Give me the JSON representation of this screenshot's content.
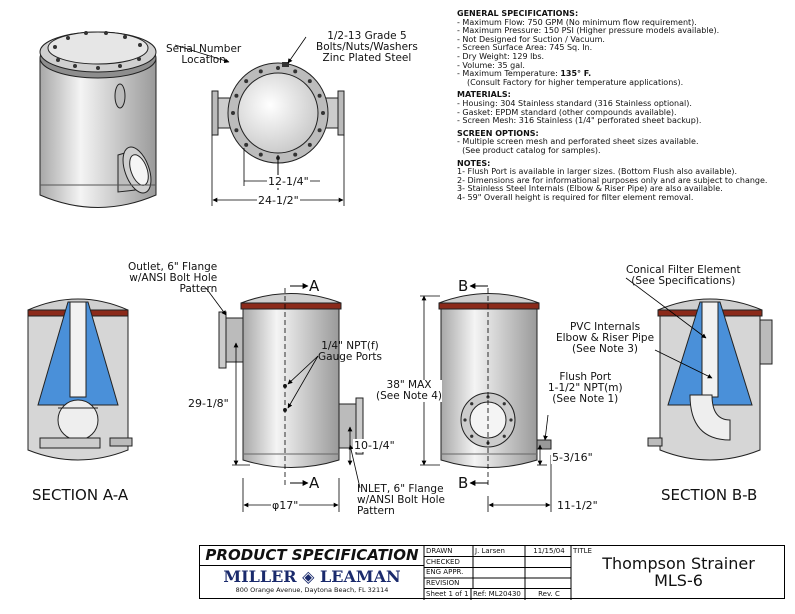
{
  "callouts": {
    "serial_number": [
      "Serial Number",
      "Location"
    ],
    "bolts": [
      "1/2-13 Grade 5",
      "Bolts/Nuts/Washers",
      "Zinc Plated Steel"
    ],
    "outlet": [
      "Outlet, 6\" Flange",
      "w/ANSI Bolt Hole",
      "Pattern"
    ],
    "gauge_ports": [
      "1/4\" NPT(f)",
      "Gauge Ports"
    ],
    "overall_height": [
      "38\" MAX",
      "(See Note 4)"
    ],
    "inlet": [
      "INLET, 6\" Flange",
      "w/ANSI Bolt Hole",
      "Pattern"
    ],
    "conical_element": [
      "Conical Filter Element",
      "(See Specifications)"
    ],
    "pvc_internals": [
      "PVC Internals",
      "Elbow & Riser Pipe",
      "(See Note 3)"
    ],
    "flush_port": [
      "Flush Port",
      "1-1/2\" NPT(m)",
      "(See Note 1)"
    ]
  },
  "dimensions": {
    "d_12_1_4": "12-1/4\"",
    "d_24_1_2": "24-1/2\"",
    "d_29_1_8": "29-1/8\"",
    "d_10_1_4": "10-1/4\"",
    "d_17": "φ17\"",
    "d_5_3_16": "5-3/16\"",
    "d_11_1_2": "11-1/2\""
  },
  "section_letters": {
    "a": "A",
    "b": "B"
  },
  "section_titles": {
    "aa": "SECTION A-A",
    "bb": "SECTION B-B"
  },
  "specs": {
    "general_title": "GENERAL SPECIFICATIONS:",
    "general": [
      "- Maximum Flow: 750 GPM (No minimum flow requirement).",
      "- Maximum Pressure: 150 PSI (Higher pressure models available).",
      "- Not Designed for Suction / Vacuum.",
      "- Screen Surface Area: 745 Sq. In.",
      "- Dry Weight: 129 lbs.",
      "- Volume: 35 gal."
    ],
    "max_temp_label": "- Maximum Temperature: ",
    "max_temp_value": "135° F.",
    "temp_note": "(Consult Factory for higher temperature applications).",
    "materials_title": "MATERIALS:",
    "materials": [
      "- Housing: 304 Stainless standard (316 Stainless optional).",
      "- Gasket: EPDM standard (other compounds available).",
      "- Screen Mesh: 316 Stainless (1/4\" perforated sheet backup)."
    ],
    "screen_title": "SCREEN OPTIONS:",
    "screen": [
      "- Multiple screen mesh and perforated sheet sizes available.",
      "  (See product catalog for samples)."
    ],
    "notes_title": "NOTES:",
    "notes": [
      "1- Flush Port is available in larger sizes. (Bottom Flush also available).",
      "2- Dimensions are for informational purposes only and are subject to change.",
      "3- Stainless Steel Internals (Elbow & Riser Pipe) are also available.",
      "4- 59\" Overall height is required for filter element removal."
    ]
  },
  "title_block": {
    "product_spec": "PRODUCT SPECIFICATION",
    "company": "MILLER ◈ LEAMAN",
    "address": "800 Orange Avenue, Daytona Beach, FL 32114",
    "drawn_label": "DRAWN",
    "drawn_by": "J. Larsen",
    "drawn_date": "11/15/04",
    "checked_label": "CHECKED",
    "eng_appr_label": "ENG APPR.",
    "revision_label": "REVISION",
    "sheet": "Sheet 1 of 1",
    "ref": "Ref: ML20430",
    "rev": "Rev. C",
    "title_label": "TITLE",
    "title_line1": "Thompson Strainer",
    "title_line2": "MLS-6"
  },
  "colors": {
    "steel": "#d9d9d9",
    "element_blue": "#4a90d9",
    "gasket_red": "#8b2a1a",
    "logo_blue": "#1a2a6c"
  }
}
